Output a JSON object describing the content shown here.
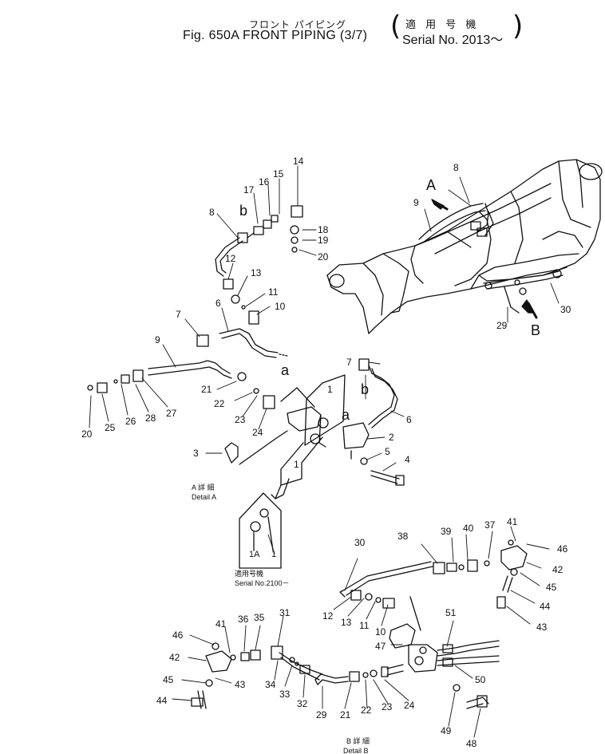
{
  "header": {
    "title_jp": "フロント パイピング",
    "title_en": "Fig. 650A FRONT PIPING (3/7)",
    "serial_jp": "適 用 号 機",
    "serial_en": "Serial No. 2013～",
    "paren_open": "(",
    "paren_close": ")"
  },
  "captions": {
    "detail_a_jp": "A 詳 細",
    "detail_a": "Detail A",
    "detail_b_jp": "B 詳 細",
    "detail_b": "Detail B",
    "serial_inset_jp": "適用号機",
    "serial_inset": "Serial No.2100－"
  },
  "view_labels": {
    "A": "A",
    "B": "B",
    "a": "a",
    "b": "b"
  },
  "part_labels": {
    "p1": "1",
    "p1a": "1A",
    "p2": "2",
    "p3": "3",
    "p4": "4",
    "p5": "5",
    "p6": "6",
    "p7": "7",
    "p8": "8",
    "p9": "9",
    "p10": "10",
    "p11": "11",
    "p12": "12",
    "p13": "13",
    "p14": "14",
    "p15": "15",
    "p16": "16",
    "p17": "17",
    "p18": "18",
    "p19": "19",
    "p20": "20",
    "p21": "21",
    "p22": "22",
    "p23": "23",
    "p24": "24",
    "p25": "25",
    "p26": "26",
    "p27": "27",
    "p28": "28",
    "p29": "29",
    "p30": "30",
    "p31": "31",
    "p32": "32",
    "p33": "33",
    "p34": "34",
    "p35": "35",
    "p36": "36",
    "p37": "37",
    "p38": "38",
    "p39": "39",
    "p40": "40",
    "p41": "41",
    "p42": "42",
    "p43": "43",
    "p44": "44",
    "p45": "45",
    "p46": "46",
    "p47": "47",
    "p48": "48",
    "p49": "49",
    "p50": "50",
    "p51": "51"
  }
}
